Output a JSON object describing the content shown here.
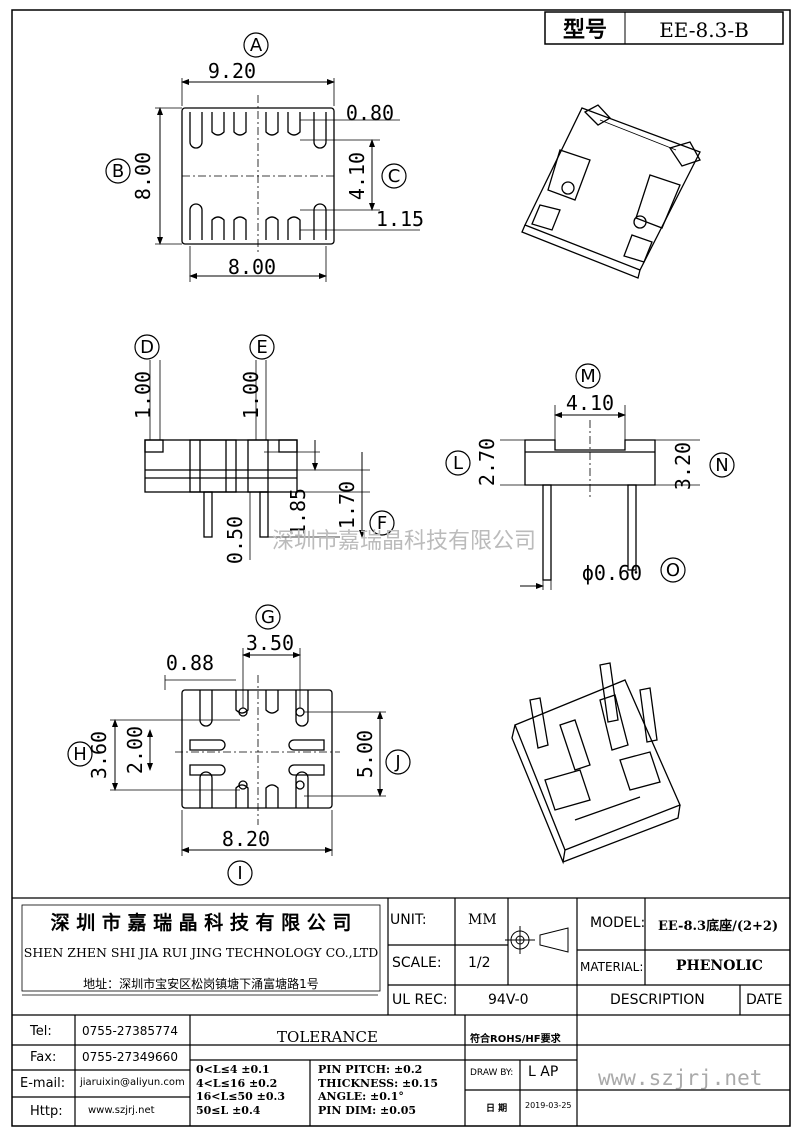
{
  "header": {
    "model_label": "型号",
    "model_value": "EE-8.3-B"
  },
  "dims": {
    "top_width": "9.20",
    "slot_width": "0.80",
    "height": "8.00",
    "slot_height": "4.10",
    "pin_offset": "1.15",
    "bottom_width": "8.00",
    "side_d": "1.00",
    "side_e": "1.00",
    "side_a": "0.50",
    "side_b": "1.85",
    "side_c": "1.70",
    "front_width": "4.10",
    "front_left": "2.70",
    "front_right": "3.20",
    "pin_dia": "ϕ0.60",
    "bot_pitch": "3.50",
    "bot_off": "0.88",
    "bot_h1": "3.60",
    "bot_h2": "2.00",
    "bot_h3": "5.00",
    "bot_width": "8.20"
  },
  "callouts": {
    "A": "A",
    "B": "B",
    "C": "C",
    "D": "D",
    "E": "E",
    "F": "F",
    "L": "L",
    "M": "M",
    "N": "N",
    "O": "O",
    "G": "G",
    "H": "H",
    "J": "J",
    "I": "I"
  },
  "watermark": "深圳市嘉瑞晶科技有限公司",
  "title_block": {
    "company_cn": "深 圳 市 嘉 瑞 晶 科 技 有 限 公 司",
    "company_en": "SHEN ZHEN SHI  JIA RUI JING  TECHNOLOGY CO.,LTD",
    "address": "地址：深圳市宝安区松岗镇塘下涌富塘路1号",
    "unit_label": "UNIT:",
    "unit_value": "MM",
    "scale_label": "SCALE:",
    "scale_value": "1/2",
    "ulrec_label": "UL REC:",
    "ulrec_value": "94V-0",
    "model_label": "MODEL:",
    "model_value": "EE-8.3底座/(2+2)",
    "material_label": "MATERIAL:",
    "material_value": "PHENOLIC",
    "description": "DESCRIPTION",
    "date": "DATE",
    "tel_label": "Tel:",
    "tel": "0755-27385774",
    "fax_label": "Fax:",
    "fax": "0755-27349660",
    "email_label": "E-mail:",
    "email": "jiaruixin@aliyun.com",
    "http_label": "Http:",
    "http": "www.szjrj.net",
    "tolerance": "TOLERANCE",
    "tol_rows": [
      "0<L≤4   ±0.1",
      "4<L≤16   ±0.2",
      "16<L≤50   ±0.3",
      "50≤L   ±0.4"
    ],
    "pin_rows": [
      "PIN PITCH:   ±0.2",
      "THICKNESS:   ±0.15",
      "ANGLE:   ±0.1°",
      "PIN DIM:   ±0.05"
    ],
    "rohs": "符合ROHS/HF要求",
    "draw_label": "DRAW BY:",
    "draw_value": "L AP",
    "date_label": "日 期",
    "date_value": "2019-03-25",
    "website": "www.szjrj.net"
  }
}
